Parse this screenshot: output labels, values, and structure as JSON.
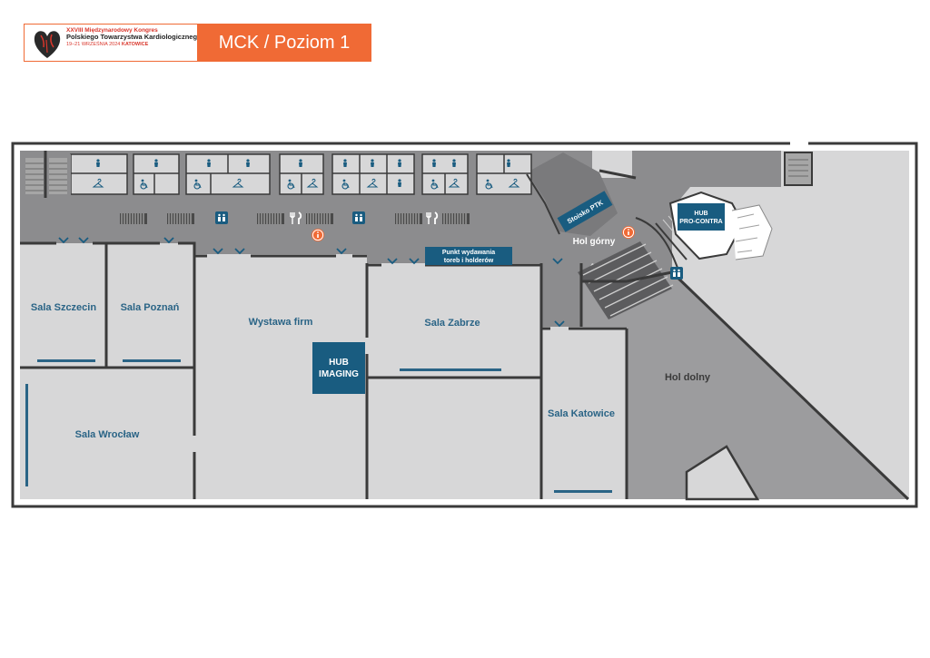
{
  "header": {
    "congress_line1": "XXVIII Międzynarodowy Kongres",
    "congress_line2": "Polskiego Towarzystwa Kardiologicznego",
    "congress_date": "19–21 WRZEŚNIA 2024",
    "congress_city": "KATOWICE",
    "map_title": "MCK / Poziom 1"
  },
  "rooms": {
    "sala_szczecin": "Sala Szczecin",
    "sala_poznan": "Sala Poznań",
    "wystawa_firm": "Wystawa firm",
    "sala_zabrze": "Sala Zabrze",
    "sala_wroclaw": "Sala Wrocław",
    "sala_katowice": "Sala Katowice",
    "hol_gorny": "Hol górny",
    "hol_dolny": "Hol dolny"
  },
  "points": {
    "hub_imaging_line1": "HUB",
    "hub_imaging_line2": "IMAGING",
    "hub_pro_contra_line1": "HUB",
    "hub_pro_contra_line2": "PRO-CONTRA",
    "punkt_line1": "Punkt wydawania",
    "punkt_line2": "toreb i holderów",
    "stoisko": "Stoisko PTK"
  },
  "colors": {
    "wall": "#3a3a3a",
    "corridor": "#8c8c8e",
    "room": "#d7d7d8",
    "accent_blue": "#195c80",
    "label_blue": "#2a6486",
    "orange": "#f06a35"
  },
  "icons": [
    "restroom-man-icon",
    "restroom-woman-icon",
    "wheelchair-icon",
    "cloakroom-icon",
    "baby-change-icon",
    "elevator-icon",
    "restaurant-icon",
    "info-icon",
    "escalator-icon",
    "stairs-icon"
  ]
}
